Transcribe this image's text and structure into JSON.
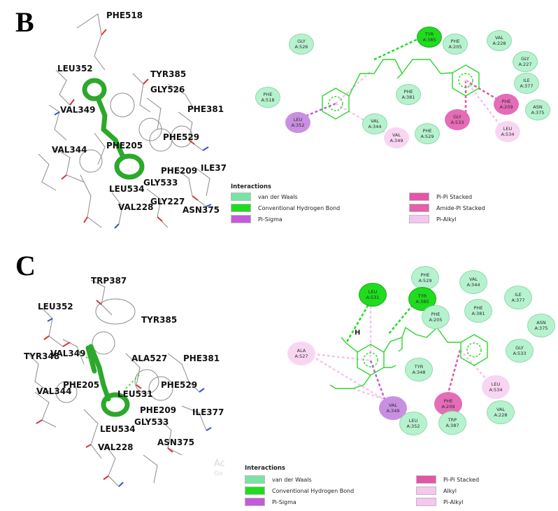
{
  "panel_b": {
    "letter": "B",
    "labels_3d": [
      "PHE518",
      "LEU352",
      "TYR385",
      "GLY526",
      "VAL349",
      "PHE381",
      "PHE529",
      "VAL344",
      "PHE205",
      "PHE209",
      "ILE37",
      "GLY533",
      "LEU534",
      "GLY227",
      "VAL228",
      "ASN375"
    ],
    "residues_2d": [
      {
        "name": "GLY",
        "id": "A:526",
        "type": "vdw"
      },
      {
        "name": "TYR",
        "id": "A:385",
        "type": "hbond"
      },
      {
        "name": "PHE",
        "id": "A:205",
        "type": "vdw"
      },
      {
        "name": "VAL",
        "id": "A:228",
        "type": "vdw"
      },
      {
        "name": "GLY",
        "id": "A:227",
        "type": "vdw"
      },
      {
        "name": "ILE",
        "id": "A:377",
        "type": "vdw"
      },
      {
        "name": "PHE",
        "id": "A:518",
        "type": "vdw"
      },
      {
        "name": "PHE",
        "id": "A:381",
        "type": "vdw"
      },
      {
        "name": "PHE",
        "id": "A:209",
        "type": "pipi"
      },
      {
        "name": "ASN",
        "id": "A:375",
        "type": "vdw"
      },
      {
        "name": "LEU",
        "id": "A:352",
        "type": "sigma"
      },
      {
        "name": "VAL",
        "id": "A:344",
        "type": "vdw"
      },
      {
        "name": "GLY",
        "id": "A:533",
        "type": "amide"
      },
      {
        "name": "VAL",
        "id": "A:349",
        "type": "pialkyl"
      },
      {
        "name": "PHE",
        "id": "A:529",
        "type": "vdw"
      },
      {
        "name": "LEU",
        "id": "A:534",
        "type": "pialkyl"
      }
    ],
    "legend": {
      "title": "Interactions",
      "items": [
        {
          "label": "van der Waals",
          "color": "#79e3a6"
        },
        {
          "label": "Conventional Hydrogen Bond",
          "color": "#1fdc1f"
        },
        {
          "label": "Pi-Sigma",
          "color": "#c55bd8"
        },
        {
          "label": "Pi-Pi Stacked",
          "color": "#e255a8"
        },
        {
          "label": "Amide-Pi Stacked",
          "color": "#e55fac"
        },
        {
          "label": "Pi-Alkyl",
          "color": "#f5c6ee"
        }
      ]
    }
  },
  "panel_c": {
    "letter": "C",
    "labels_3d": [
      "TRP387",
      "LEU352",
      "TYR385",
      "TYR348",
      "VAL349",
      "ALA527",
      "PHE381",
      "PHE529",
      "VAL344",
      "PHE205",
      "LEU531",
      "PHE209",
      "ILE377",
      "GLY533",
      "LEU534",
      "VAL228",
      "ASN375"
    ],
    "residues_2d": [
      {
        "name": "PHE",
        "id": "A:529",
        "type": "vdw"
      },
      {
        "name": "VAL",
        "id": "A:344",
        "type": "vdw"
      },
      {
        "name": "LEU",
        "id": "A:531",
        "type": "hbond"
      },
      {
        "name": "TYR",
        "id": "A:385",
        "type": "hbond"
      },
      {
        "name": "ILE",
        "id": "A:377",
        "type": "vdw"
      },
      {
        "name": "PHE",
        "id": "A:205",
        "type": "vdw"
      },
      {
        "name": "PHE",
        "id": "A:381",
        "type": "vdw"
      },
      {
        "name": "ASN",
        "id": "A:375",
        "type": "vdw"
      },
      {
        "name": "ALA",
        "id": "A:527",
        "type": "alkyl"
      },
      {
        "name": "GLY",
        "id": "A:533",
        "type": "vdw"
      },
      {
        "name": "TYR",
        "id": "A:348",
        "type": "vdw"
      },
      {
        "name": "LEU",
        "id": "A:534",
        "type": "pialkyl"
      },
      {
        "name": "PHE",
        "id": "A:209",
        "type": "pipi"
      },
      {
        "name": "VAL",
        "id": "A:349",
        "type": "sigma"
      },
      {
        "name": "TRP",
        "id": "A:387",
        "type": "vdw"
      },
      {
        "name": "VAL",
        "id": "A:228",
        "type": "vdw"
      },
      {
        "name": "LEU",
        "id": "A:352",
        "type": "vdw"
      }
    ],
    "h_label": "H",
    "legend": {
      "title": "Interactions",
      "items": [
        {
          "label": "van der Waals",
          "color": "#79e3a6"
        },
        {
          "label": "Conventional Hydrogen Bond",
          "color": "#1fdc1f"
        },
        {
          "label": "Pi-Sigma",
          "color": "#c55bd8"
        },
        {
          "label": "Pi-Pi Stacked",
          "color": "#e255a8"
        },
        {
          "label": "Alkyl",
          "color": "#f5c6ee"
        },
        {
          "label": "Pi-Alkyl",
          "color": "#f5c6ee"
        }
      ]
    }
  },
  "watermark": {
    "line1": "Ac",
    "line2": "Go"
  },
  "colors": {
    "vdw": "#b7f2cf",
    "vdw_stroke": "#8fd9ad",
    "hbond": "#1fdc1f",
    "hbond_stroke": "#17a917",
    "sigma": "#c98fe2",
    "pipi": "#e56cb7",
    "amide": "#e56cb7",
    "pialkyl": "#f8d6f2",
    "alkyl": "#f8d6f2",
    "ligand": "#2bd62b",
    "ligand3d": "#2ca82c"
  }
}
